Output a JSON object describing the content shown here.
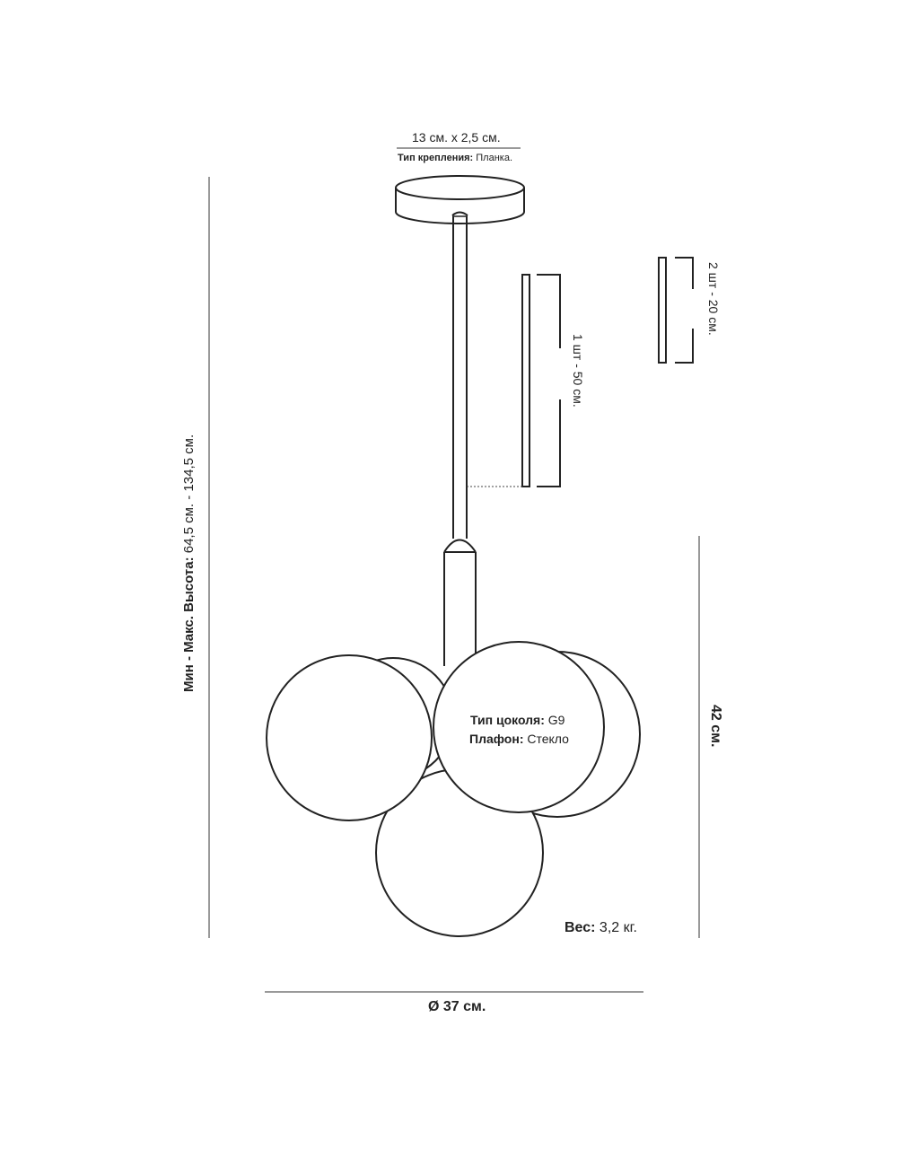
{
  "mount": {
    "size": "13 см. x 2,5 см.",
    "type_label": "Тип крепления:",
    "type_value": "Планка."
  },
  "rods": {
    "long": "1 шт - 50 см.",
    "short": "2 шт - 20 см."
  },
  "height": {
    "label": "Мин - Макс. Высота:",
    "value": "64,5 см. - 134,5 см."
  },
  "shade_height": "42 см.",
  "specs": {
    "base_label": "Тип цоколя:",
    "base_value": "G9",
    "shade_label": "Плафон:",
    "shade_value": "Стекло"
  },
  "weight": {
    "label": "Вес:",
    "value": "3,2 кг."
  },
  "diameter": "Ø 37 см."
}
